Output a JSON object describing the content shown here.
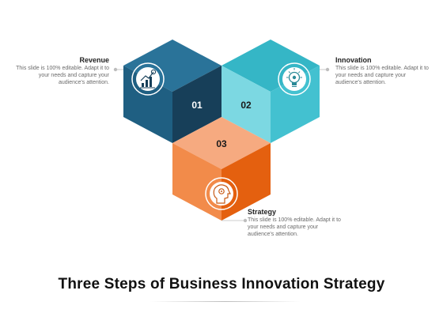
{
  "title": "Three Steps of Business Innovation Strategy",
  "steps": [
    {
      "number": "01",
      "heading": "Revenue",
      "description": "This slide is 100% editable. Adapt it to your needs and capture your audience's attention.",
      "icon": "revenue-chart-icon",
      "colors": {
        "top": "#2a7399",
        "left": "#1f5f82",
        "right": "#173f59"
      }
    },
    {
      "number": "02",
      "heading": "Innovation",
      "description": "This slide is 100% editable. Adapt it to your needs and capture your audience's attention.",
      "icon": "lightbulb-gear-icon",
      "colors": {
        "top": "#35b6c6",
        "left": "#7cd8e2",
        "right": "#43c1d0"
      }
    },
    {
      "number": "03",
      "heading": "Strategy",
      "description": "This slide is 100% editable. Adapt it to your needs and capture your audience's attention.",
      "icon": "head-gear-icon",
      "colors": {
        "top": "#f6aa80",
        "left": "#f28b4a",
        "right": "#e4600f"
      }
    }
  ]
}
